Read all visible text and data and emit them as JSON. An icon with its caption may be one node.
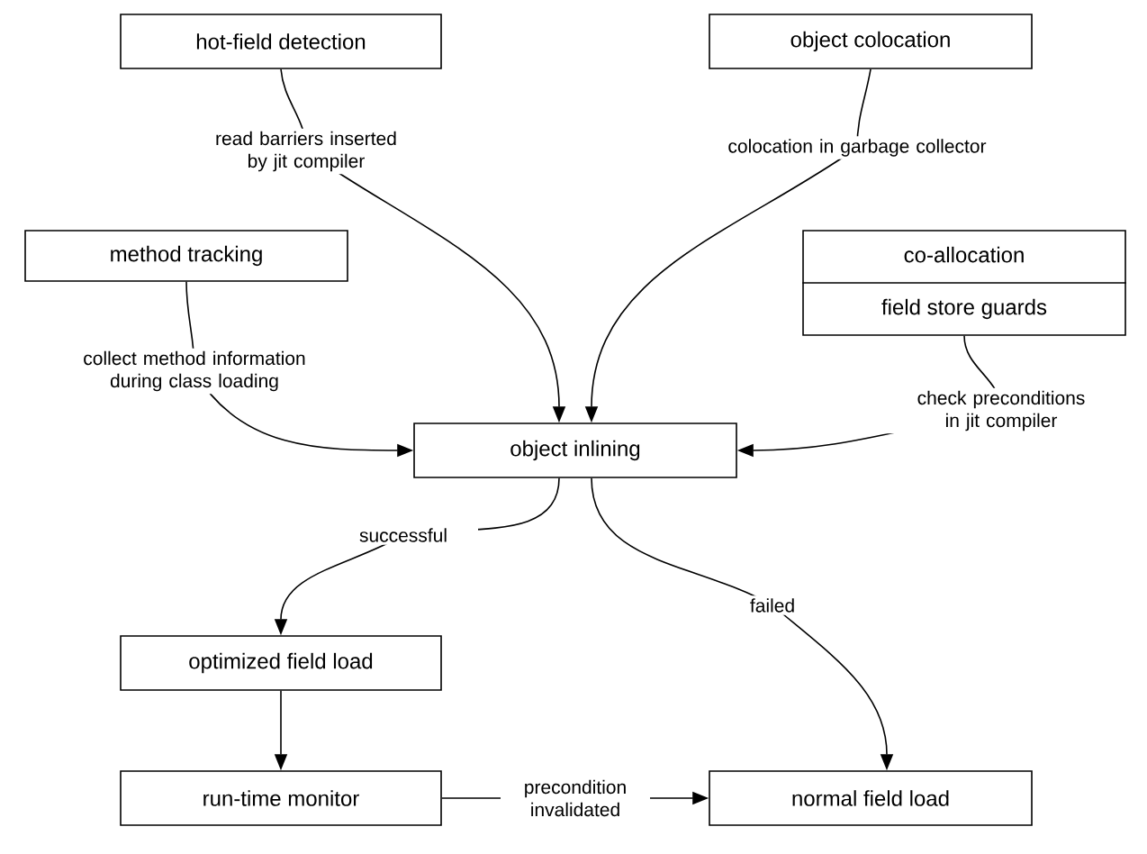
{
  "diagram": {
    "nodes": [
      {
        "text": [
          "hot-field detection"
        ]
      },
      {
        "text": [
          "object colocation"
        ]
      },
      {
        "text": [
          "method tracking"
        ]
      },
      {
        "text": [
          "co-allocation",
          "field store guards"
        ]
      },
      {
        "text": [
          "object inlining"
        ]
      },
      {
        "text": [
          "optimized field load"
        ]
      },
      {
        "text": [
          "run-time monitor"
        ]
      },
      {
        "text": [
          "normal field load"
        ]
      }
    ],
    "edges": [
      {
        "from": 0,
        "to": 4,
        "arrow": "to",
        "label": "read barriers inserted by jit compiler"
      },
      {
        "from": 1,
        "to": 4,
        "arrow": "to",
        "label": "colocation in garbage collector"
      },
      {
        "from": 2,
        "to": 4,
        "arrow": "to",
        "label": "collect method information during class loading"
      },
      {
        "from": 3,
        "to": 4,
        "arrow": "to",
        "label": "check preconditions in jit compiler"
      },
      {
        "from": 4,
        "to": 5,
        "arrow": "to",
        "label": "successful"
      },
      {
        "from": 4,
        "to": 7,
        "arrow": "to",
        "label": "failed"
      },
      {
        "from": 5,
        "to": 6,
        "arrow": "to"
      },
      {
        "from": 6,
        "to": 7,
        "arrow": "to",
        "label": "precondition invalidated"
      }
    ]
  }
}
